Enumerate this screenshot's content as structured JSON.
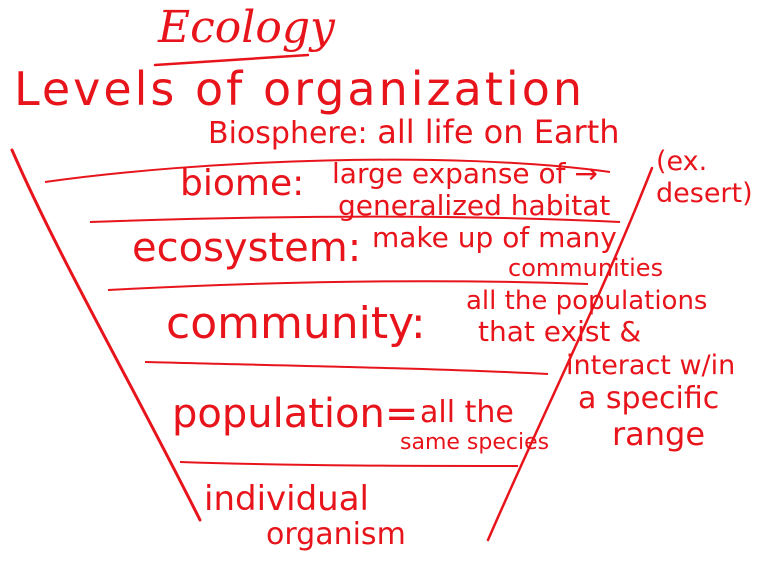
{
  "ink_color": "#e8141b",
  "title": "Ecology",
  "subtitle": "Levels of organization",
  "levels": [
    {
      "name": "Biosphere",
      "sep": ":",
      "desc": "all life on Earth"
    },
    {
      "name": "biome",
      "sep": ":",
      "desc_line1": "large expanse of",
      "arrow": "→",
      "desc_line2": "generalized habitat",
      "example": "(ex. desert)"
    },
    {
      "name": "ecosystem",
      "sep": ":",
      "desc_line1": "make up of many",
      "desc_line2": "communities"
    },
    {
      "name": "community",
      "sep": ":",
      "desc_line1": "all the populations",
      "desc_line2": "that exist &",
      "desc_line3": "interact w/in",
      "desc_line4": "a specific",
      "desc_line5": "range"
    },
    {
      "name": "population",
      "sep": "=",
      "desc_line1": "all the",
      "desc_line2": "same species"
    },
    {
      "name_line1": "individual",
      "name_line2": "organism"
    }
  ]
}
